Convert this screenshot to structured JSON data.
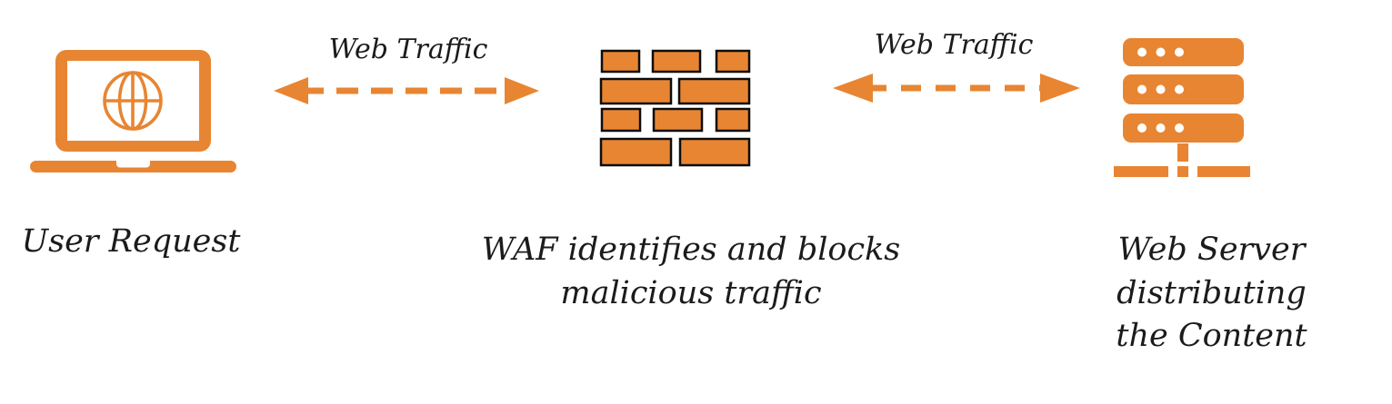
{
  "title": "WAF web traffic flow diagram",
  "colors": {
    "accent": "#E88532",
    "brick_border": "#0d0d0d",
    "text": "#1b1b1b",
    "background": "#ffffff"
  },
  "nodes": [
    {
      "id": "user-request",
      "icon": "laptop-globe-icon",
      "label": "User Request"
    },
    {
      "id": "waf",
      "icon": "brick-wall-icon",
      "label_line1": "WAF identifies and blocks",
      "label_line2": "malicious traffic"
    },
    {
      "id": "web-server",
      "icon": "server-stack-icon",
      "label_line1": "Web Server distributing",
      "label_line2": "the Content"
    }
  ],
  "arrows": [
    {
      "id": "user-to-waf",
      "label": "Web Traffic",
      "direction": "bidirectional",
      "line_style": "dashed"
    },
    {
      "id": "waf-to-server",
      "label": "Web Traffic",
      "direction": "bidirectional",
      "line_style": "dashed"
    }
  ]
}
